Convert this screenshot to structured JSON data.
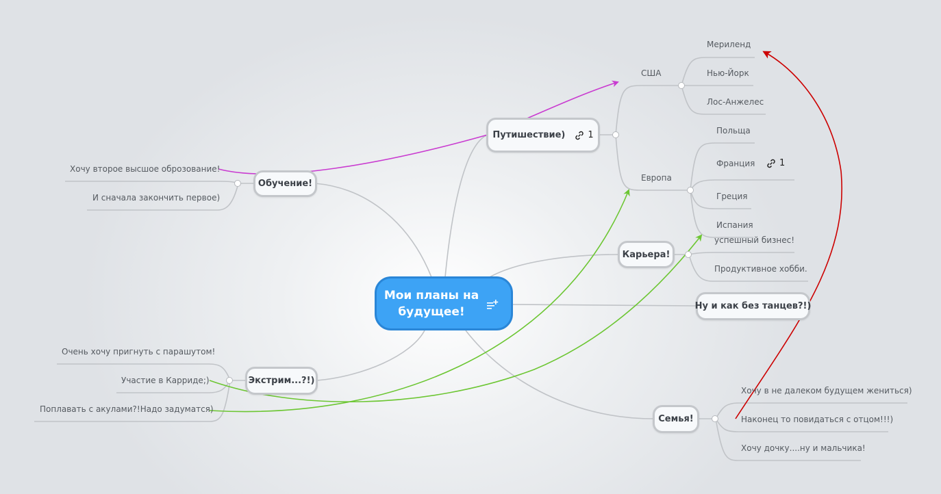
{
  "root": {
    "title": "Мои планы на будущее!"
  },
  "topics": {
    "travel": "Путишествие)",
    "travel_links": "1",
    "study": "Обучение!",
    "career": "Карьера!",
    "dance": "Ну и как без танцев?!)",
    "extreme": "Экстрим...?!)",
    "family": "Семья!"
  },
  "travel": {
    "usa": "США",
    "usa_items": [
      "Мериленд",
      "Нью-Йорк",
      "Лос-Анжелес"
    ],
    "europe": "Европа",
    "europe_items": [
      "Польща",
      "Франция",
      "Греция",
      "Испания"
    ],
    "france_links": "1"
  },
  "study": {
    "items": [
      "Хочу второе высшое оброзование!",
      "И сначала закончить первое)"
    ]
  },
  "career": {
    "items": [
      "успешный бизнес!",
      "Продуктивное хобби."
    ]
  },
  "extreme": {
    "items": [
      "Очень хочу пригнуть с парашутом!",
      "Участие в Карриде;)",
      "Поплавать с акулами?!Надо задуматся)"
    ]
  },
  "family": {
    "items": [
      "Хочу в не далеком будущем жениться)",
      "Наконец то повидаться с отцом!!!)",
      "Хочу дочку....ну и мальчика!"
    ]
  },
  "colors": {
    "root_fill": "#3da3f5",
    "connector": "#c0c3c7",
    "relation_magenta": "#c93bd0",
    "relation_green": "#6cc632",
    "relation_red": "#cc0000"
  }
}
